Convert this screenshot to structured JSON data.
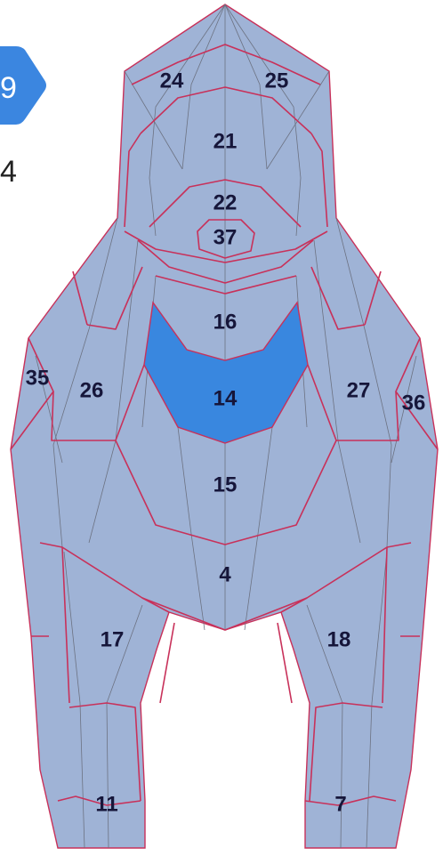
{
  "badge": {
    "text": "9"
  },
  "side_number": "4",
  "colors": {
    "body_fill": "#9fb3d6",
    "selected_fill": "#3987df",
    "seam": "#c8315a",
    "mesh": "#6c7282",
    "badge": "#3b86e0",
    "label": "#16163a"
  },
  "regions": [
    {
      "id": "24",
      "label": "24"
    },
    {
      "id": "25",
      "label": "25"
    },
    {
      "id": "21",
      "label": "21"
    },
    {
      "id": "22",
      "label": "22"
    },
    {
      "id": "37",
      "label": "37"
    },
    {
      "id": "16",
      "label": "16"
    },
    {
      "id": "14",
      "label": "14",
      "selected": true
    },
    {
      "id": "26",
      "label": "26"
    },
    {
      "id": "27",
      "label": "27"
    },
    {
      "id": "35",
      "label": "35"
    },
    {
      "id": "36",
      "label": "36"
    },
    {
      "id": "15",
      "label": "15"
    },
    {
      "id": "4",
      "label": "4"
    },
    {
      "id": "17",
      "label": "17"
    },
    {
      "id": "18",
      "label": "18"
    },
    {
      "id": "11",
      "label": "11"
    },
    {
      "id": "7",
      "label": "7"
    }
  ]
}
